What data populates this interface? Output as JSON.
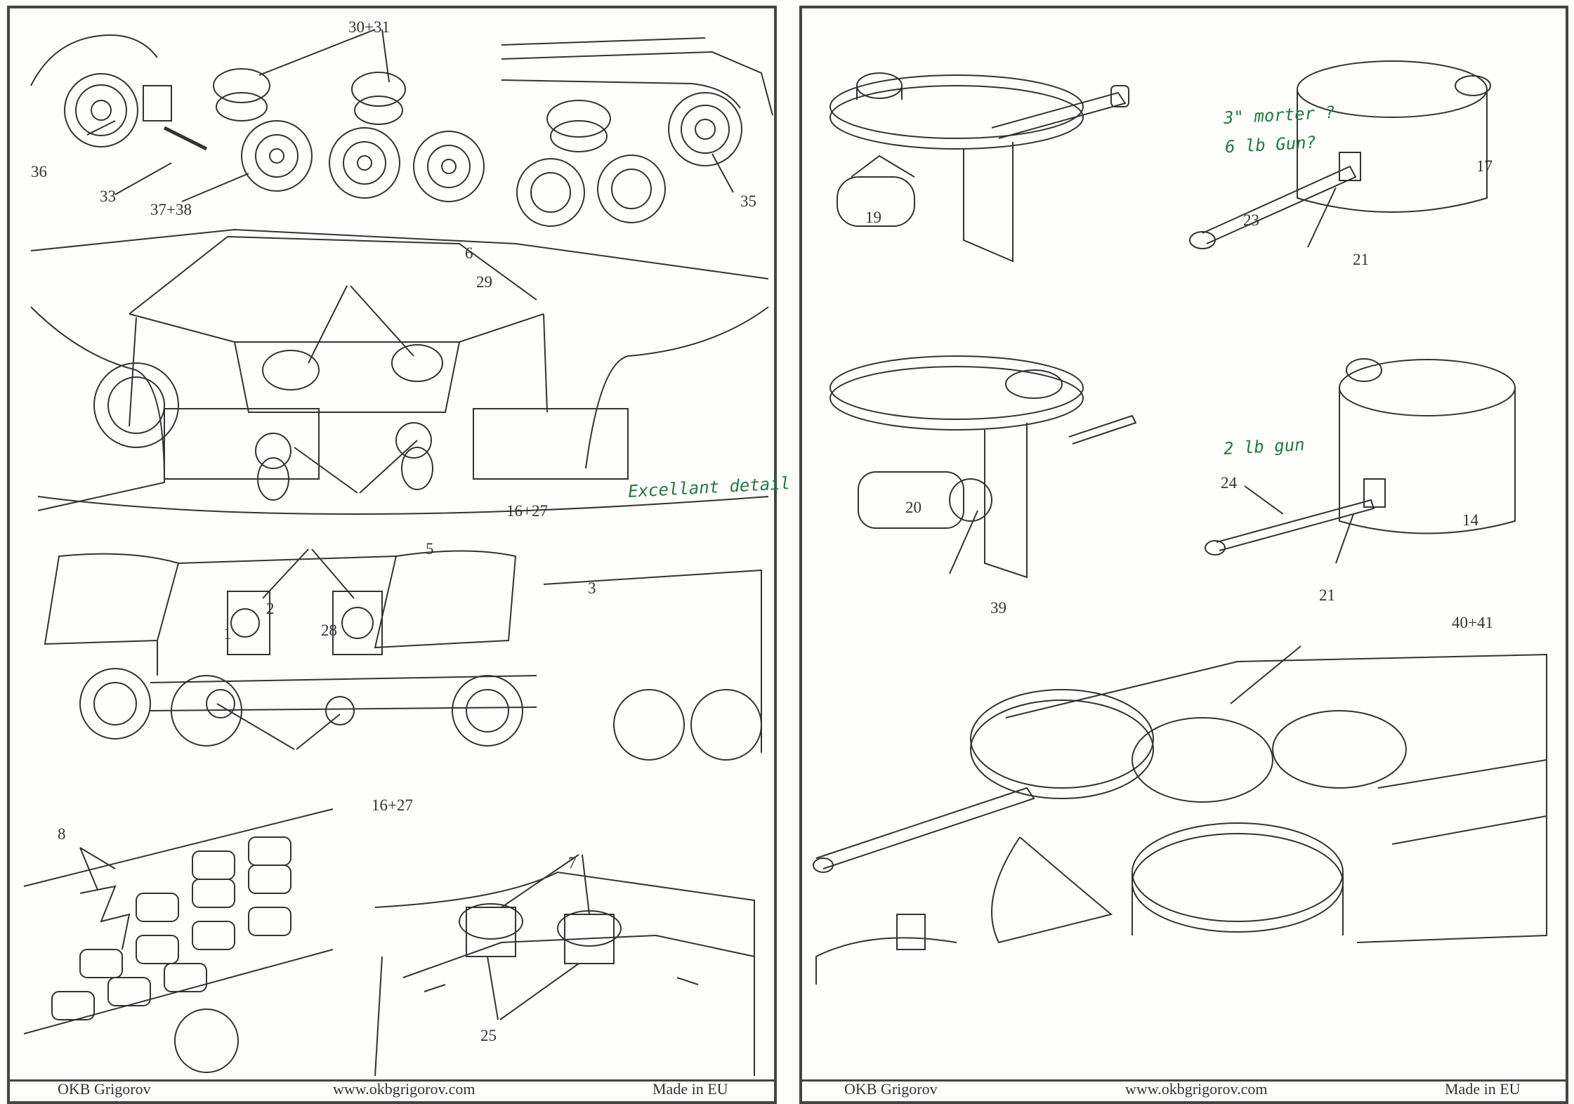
{
  "left_page": {
    "footer": {
      "brand": "OKB Grigorov",
      "website": "www.okbgrigorov.com",
      "origin": "Made in EU"
    },
    "part_labels": {
      "p30_31": "30+31",
      "p36": "36",
      "p33": "33",
      "p37_38": "37+38",
      "p35": "35",
      "p6": "6",
      "p29": "29",
      "p16_27_a": "16+27",
      "p5": "5",
      "p1": "1",
      "p2": "2",
      "p28": "28",
      "p3": "3",
      "p16_27_b": "16+27",
      "p8": "8",
      "p7": "7",
      "p25": "25"
    },
    "handwritten_note": "Excellant detail"
  },
  "right_page": {
    "footer": {
      "brand": "OKB Grigorov",
      "website": "www.okbgrigorov.com",
      "origin": "Made in EU"
    },
    "part_labels": {
      "p19": "19",
      "p17": "17",
      "p23": "23",
      "p21_a": "21",
      "p20": "20",
      "p39": "39",
      "p24": "24",
      "p14": "14",
      "p21_b": "21",
      "p40_41": "40+41"
    },
    "handwritten_notes": {
      "line1": "3\" morter ?",
      "line2": "6 lb Gun?",
      "line3": "2 lb gun"
    }
  },
  "colors": {
    "ink": "#333333",
    "paper": "#fefefd",
    "handwriting": "#1f7a42"
  }
}
